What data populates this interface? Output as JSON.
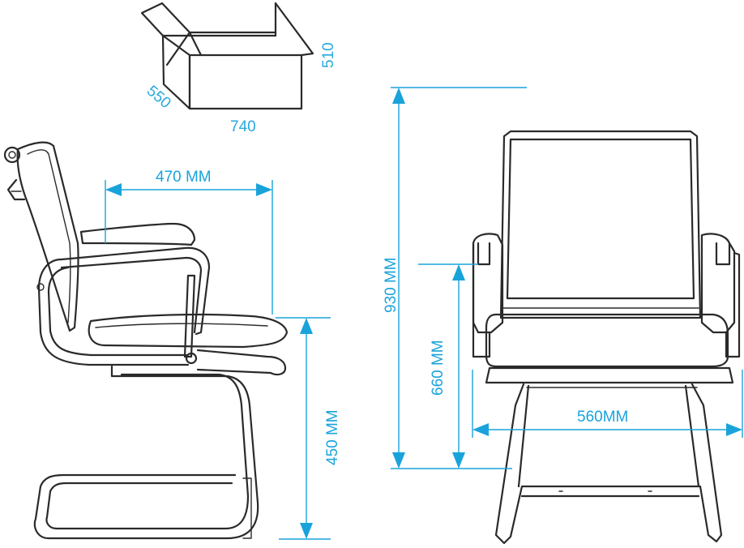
{
  "colors": {
    "ink": "#2a2a2a",
    "dimension": "#1aa3db"
  },
  "package": {
    "length_label": "740",
    "depth_label": "550",
    "height_label": "510"
  },
  "side_view": {
    "seat_depth_label": "470 MM",
    "seat_height_label": "450 MM"
  },
  "front_view": {
    "total_height_label": "930 MM",
    "armrest_height_label": "660 MM",
    "width_label": "560MM"
  }
}
